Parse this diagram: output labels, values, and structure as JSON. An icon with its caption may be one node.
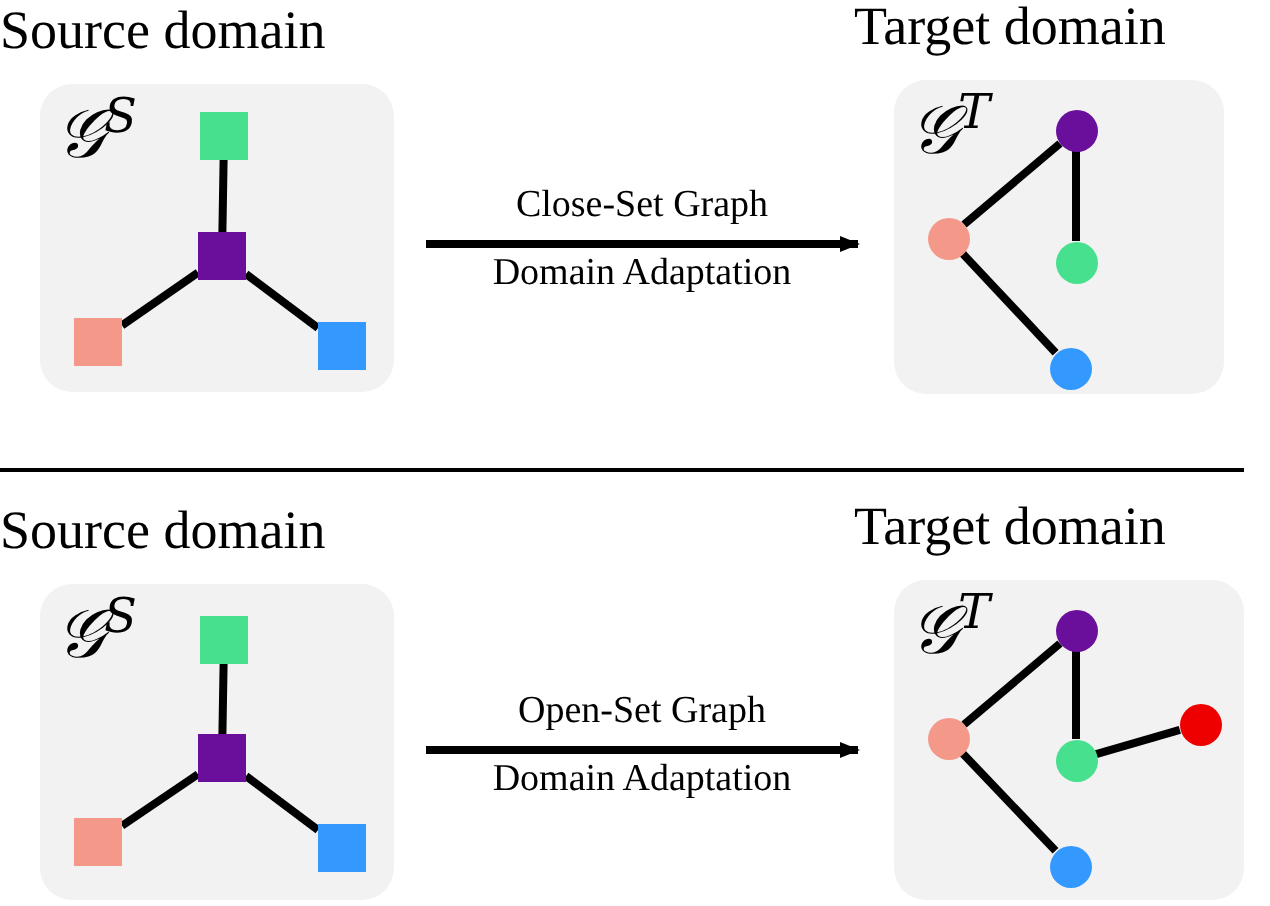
{
  "diagram": {
    "nodes": [
      {
        "text": [
          "Source domain",
          "𝒢$^{S}$"
        ]
      },
      {
        "text": [],
        "shape": "box",
        "in": 0
      },
      {
        "text": [],
        "shape": "box",
        "in": 0
      },
      {
        "text": [],
        "shape": "box",
        "in": 0
      },
      {
        "text": [],
        "shape": "box",
        "in": 0
      },
      {
        "text": [
          "Target domain",
          "𝒢$^{T}$"
        ]
      },
      {
        "text": [],
        "shape": "circle",
        "in": 5
      },
      {
        "text": [],
        "shape": "circle",
        "in": 5
      },
      {
        "text": [],
        "shape": "circle",
        "in": 5
      },
      {
        "text": [],
        "shape": "circle",
        "in": 5
      },
      {
        "text": [
          "Source domain",
          "𝒢$^{S}$"
        ]
      },
      {
        "text": [],
        "shape": "box",
        "in": 10
      },
      {
        "text": [],
        "shape": "box",
        "in": 10
      },
      {
        "text": [],
        "shape": "box",
        "in": 10
      },
      {
        "text": [],
        "shape": "box",
        "in": 10
      },
      {
        "text": [
          "Target domain",
          "𝒢$^{T}$"
        ]
      },
      {
        "text": [],
        "shape": "circle",
        "in": 15
      },
      {
        "text": [],
        "shape": "circle",
        "in": 15
      },
      {
        "text": [],
        "shape": "circle",
        "in": 15
      },
      {
        "text": [],
        "shape": "circle",
        "in": 15
      },
      {
        "text": [],
        "shape": "circle",
        "in": 15
      }
    ],
    "edges": [
      {
        "from": 1,
        "to": 2,
        "arrow": "none"
      },
      {
        "from": 2,
        "to": 3,
        "arrow": "none"
      },
      {
        "from": 2,
        "to": 4,
        "arrow": "none"
      },
      {
        "from": 6,
        "to": 7,
        "arrow": "none"
      },
      {
        "from": 6,
        "to": 8,
        "arrow": "none"
      },
      {
        "from": 7,
        "to": 9,
        "arrow": "none"
      },
      {
        "from": 0,
        "to": 5,
        "arrow": "to",
        "label": "Close-Set Graph Domain Adaptation"
      },
      {
        "from": 11,
        "to": 12,
        "arrow": "none"
      },
      {
        "from": 12,
        "to": 13,
        "arrow": "none"
      },
      {
        "from": 12,
        "to": 14,
        "arrow": "none"
      },
      {
        "from": 16,
        "to": 17,
        "arrow": "none"
      },
      {
        "from": 16,
        "to": 18,
        "arrow": "none"
      },
      {
        "from": 18,
        "to": 19,
        "arrow": "none"
      },
      {
        "from": 17,
        "to": 20,
        "arrow": "none"
      },
      {
        "from": 10,
        "to": 15,
        "arrow": "to",
        "label": "Open-Set Graph Domain Adaptation"
      }
    ]
  }
}
